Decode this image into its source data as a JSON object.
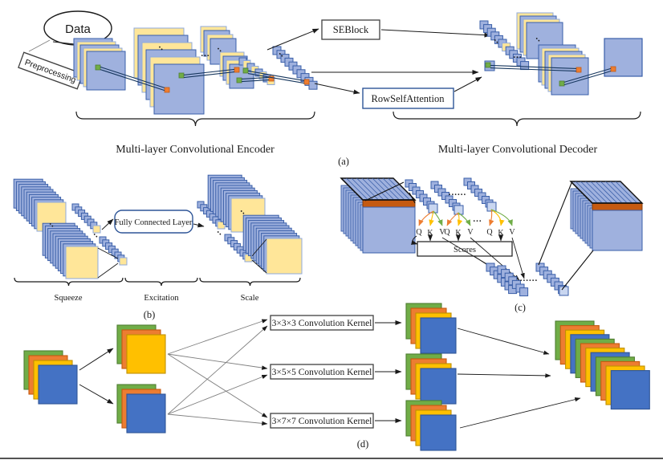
{
  "colors": {
    "blue_fill": "#9FB1DE",
    "blue_stroke": "#3A5FA9",
    "pale_yellow": "#FFE699",
    "pale_yellow_stroke": "#8FAADC",
    "deep_yellow": "#FFC000",
    "deep_yellow_stroke": "#BF9000",
    "green": "#70AD47",
    "green_stroke": "#507E32",
    "orange": "#ED7D31",
    "orange_stroke": "#C55A11",
    "strong_blue": "#4472C4",
    "strong_blue_stroke": "#2F5597",
    "navy_connector": "#17375E",
    "cube_band_orange": "#C55A11",
    "arrow_black": "#1a1a1a",
    "line_gray": "#7f7f7f"
  },
  "panel_a": {
    "data_label": "Data",
    "preprocessing": "Preprocessing",
    "seblock": "SEBlock",
    "row_self_attention": "RowSelfAttention",
    "encoder": "Multi-layer Convolutional Encoder",
    "decoder": "Multi-layer Convolutional Decoder",
    "tag": "(a)"
  },
  "panel_b": {
    "fully_connected": "Fully Connected Layer",
    "squeeze": "Squeeze",
    "excitation": "Excitation",
    "scale": "Scale",
    "tag": "(b)"
  },
  "panel_c": {
    "q": "Q",
    "k": "K",
    "v": "V",
    "scores": "Scores",
    "dots": "......",
    "tag": "(c)"
  },
  "panel_d": {
    "kernels": [
      "3×3×3 Convolution Kernel",
      "3×5×5 Convolution Kernel",
      "3×7×7 Convolution Kernel"
    ],
    "tag": "(d)"
  },
  "misc": {
    "ellipsis": "...",
    "ellipsis2": ".."
  }
}
